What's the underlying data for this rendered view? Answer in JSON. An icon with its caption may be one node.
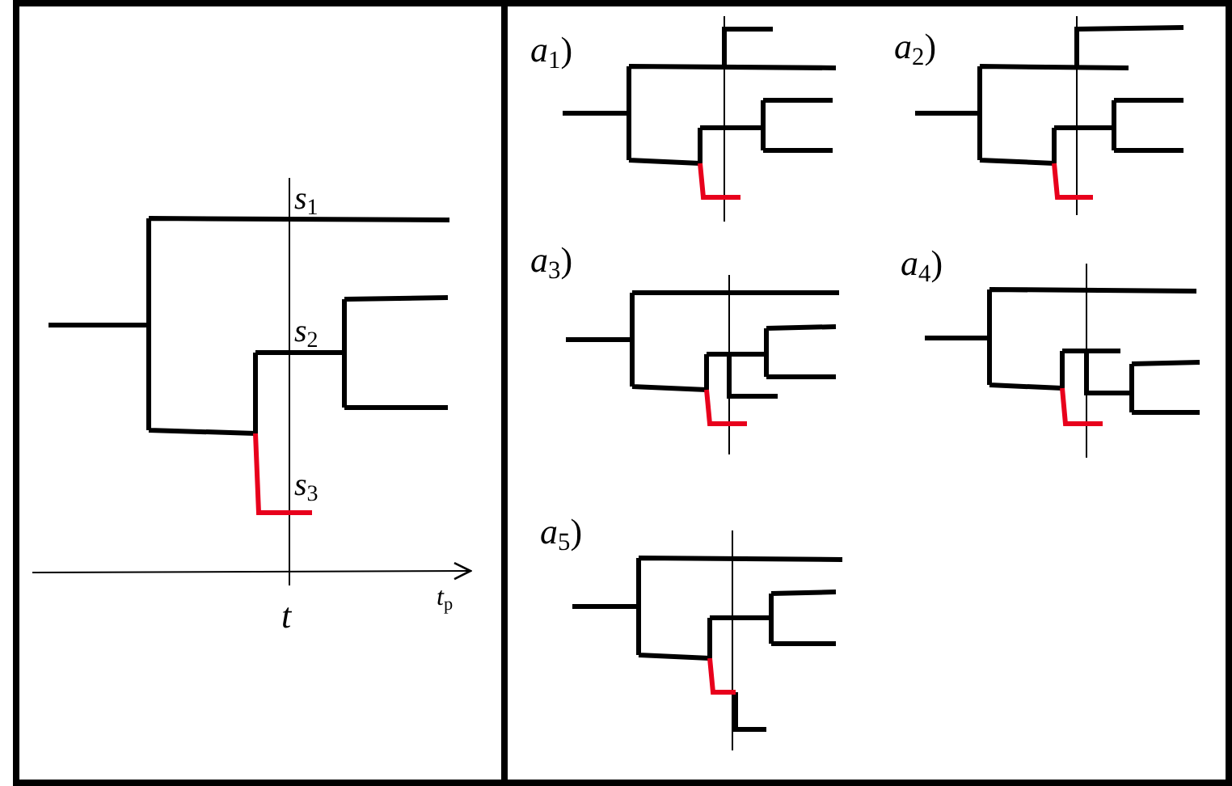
{
  "diagram": {
    "labels": [
      "*s*$_{1}$",
      "*s*$_{2}$",
      "*s*$_{3}$",
      "t",
      "t$_{p}$",
      "*a*$_{1}$)",
      "*a*$_{2}$)",
      "*a*$_{3}$)",
      "*a*$_{4}$)",
      "*a*$_{5}$)"
    ]
  }
}
